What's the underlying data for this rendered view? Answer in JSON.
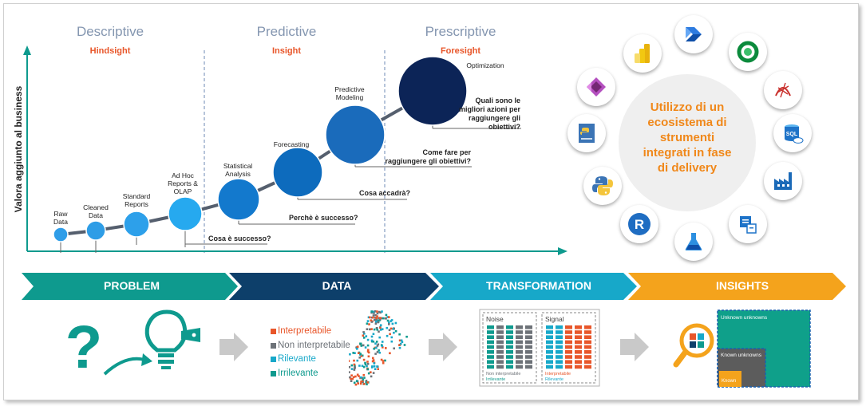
{
  "phases": {
    "descriptive": {
      "title": "Descriptive",
      "subtitle": "Hindsight"
    },
    "predictive": {
      "title": "Predictive",
      "subtitle": "Insight"
    },
    "prescriptive": {
      "title": "Prescriptive",
      "subtitle": "Foresight"
    }
  },
  "axis": {
    "ylabel": "Valora aggiunto al business"
  },
  "stages": [
    {
      "label": [
        "Raw",
        "Data"
      ],
      "question": ""
    },
    {
      "label": [
        "Cleaned",
        "Data"
      ],
      "question": ""
    },
    {
      "label": [
        "Standard",
        "Reports"
      ],
      "question": ""
    },
    {
      "label": [
        "Ad Hoc",
        "Reports &",
        "OLAP"
      ],
      "question": [
        "Cosa è successo?"
      ]
    },
    {
      "label": [
        "Statistical",
        "Analysis"
      ],
      "question": [
        "Perchè è successo?"
      ]
    },
    {
      "label": [
        "Forecasting"
      ],
      "question": [
        "Cosa accadrà?"
      ]
    },
    {
      "label": [
        "Predictive",
        "Modeling"
      ],
      "question": [
        "Come fare per",
        "raggiungere gli obiettivi?"
      ]
    },
    {
      "label": [
        "Optimization"
      ],
      "question": [
        "Quali sono le",
        "migliori azioni per",
        "raggiungere gli",
        "obiettivi?"
      ]
    }
  ],
  "colors": {
    "accent_orange": "#e8562a",
    "phase_gray": "#8496b0",
    "curve": "#555f6e",
    "problem": "#0e9a8e",
    "data": "#0d3f6a",
    "transformation": "#17a8c9",
    "insights": "#f4a31c",
    "ecosystem_text": "#f0881a"
  },
  "ecosystem": {
    "lines": [
      "Utilizzo di un",
      "ecosistema di",
      "strumenti",
      "integrati in fase",
      "di delivery"
    ],
    "tools": [
      "power-bi-icon",
      "power-automate-icon",
      "dataverse-icon",
      "sql-server-icon",
      "azure-sql-icon",
      "data-factory-icon",
      "stream-analytics-icon",
      "machine-learning-icon",
      "r-language-icon",
      "python-icon",
      "python-package-icon",
      "power-apps-icon"
    ]
  },
  "pipeline": {
    "steps": [
      "PROBLEM",
      "DATA",
      "TRANSFORMATION",
      "INSIGHTS"
    ]
  },
  "legend": [
    {
      "label": "Interpretabile",
      "color": "#e8562a"
    },
    {
      "label": "Non interpretabile",
      "color": "#6d7278"
    },
    {
      "label": "Rilevante",
      "color": "#17a8c9"
    },
    {
      "label": "Irrilevante",
      "color": "#0e9a8e"
    }
  ],
  "transformation": {
    "noise": "Noise",
    "signal": "Signal",
    "noise_caption": [
      "Non interpretabile",
      "Irrilevante"
    ],
    "signal_caption": [
      "Interpretabile",
      "Rilevante"
    ]
  },
  "insights": {
    "unknown_unknowns": "Unknown unknowns",
    "known_unknowns": "Known unknowns",
    "known": "Known"
  }
}
